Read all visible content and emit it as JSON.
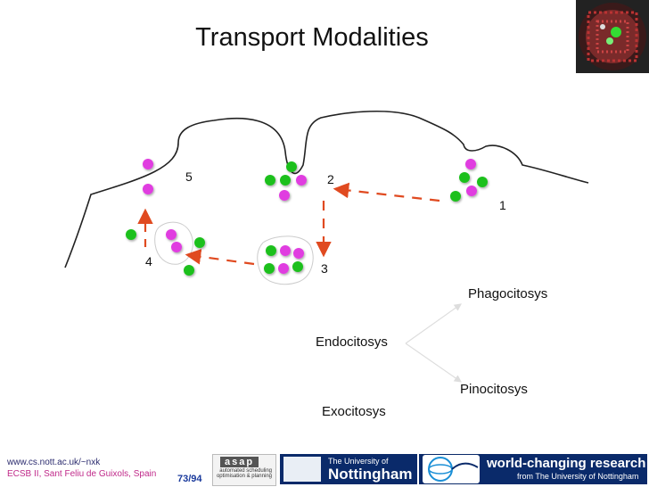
{
  "title": "Transport Modalities",
  "step_labels": {
    "s1": "1",
    "s2": "2",
    "s3": "3",
    "s4": "4",
    "s5": "5"
  },
  "terms": {
    "endocitosys": "Endocitosys",
    "phagocitosys": "Phagocitosys",
    "pinocitosys": "Pinocitosys",
    "exocitosys": "Exocitosys"
  },
  "footer": {
    "url": "www.cs.nott.ac.uk/~nxk",
    "conference": "ECSB II, Sant Feliu de Guixols, Spain",
    "page": "73/94"
  },
  "logos": {
    "asap_name": "asap",
    "asap_tagline": "automated scheduling optimisation & planning",
    "uni_line1": "The University of",
    "uni_line2": "Nottingham",
    "research_line1": "world-changing research",
    "research_line2": "from The University of Nottingham"
  },
  "colors": {
    "green": "#1fc01f",
    "magenta": "#e03ce0",
    "arrow": "#e04a20",
    "navy": "#0a2a6a"
  }
}
